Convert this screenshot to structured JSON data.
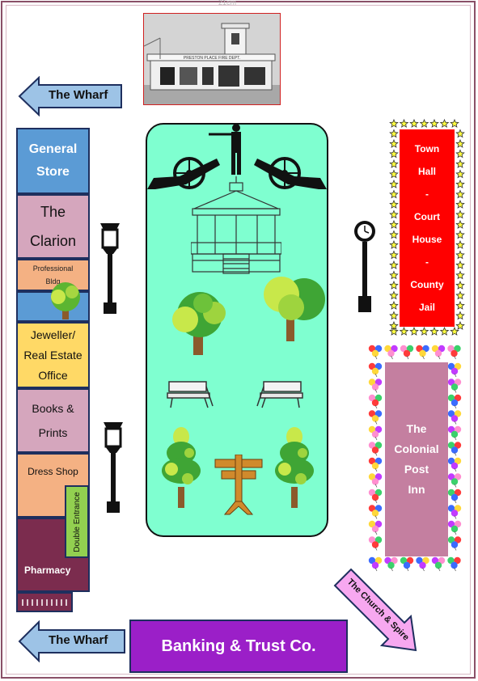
{
  "ruler": "21cm",
  "photo": {
    "sign": "PRESTON PLACE FIRE DEPT.",
    "colors": {
      "sky": "#d9d9d9",
      "building": "#efefef",
      "border": "#d02020"
    }
  },
  "arrows": {
    "wharf_top": "The Wharf",
    "wharf_bottom": "The Wharf",
    "church": "The Church & Spire"
  },
  "left_buildings": {
    "general_store": "General Store",
    "clarion": "The Clarion",
    "professional": "Professional Bldg",
    "jeweller_line1": "Jeweller/",
    "jeweller_line2": "Real Estate",
    "jeweller_line3": "Office",
    "books_line1": "Books &",
    "books_line2": "Prints",
    "dress": "Dress Shop",
    "double": "Double Entrance",
    "pharmacy": "Pharmacy"
  },
  "right_buildings": {
    "town_hall": [
      "Town",
      "Hall",
      "-",
      "Court",
      "House",
      "-",
      "County",
      "Jail"
    ],
    "inn": [
      "The",
      "Colonial",
      "Post",
      "Inn"
    ]
  },
  "bank": "Banking & Trust Co.",
  "colors": {
    "arrow_fill": "#9dc3e6",
    "general_store": "#5b9bd5",
    "clarion": "#d5a6bd",
    "professional": "#f4b183",
    "jeweller": "#ffd966",
    "books": "#d5a6bd",
    "dress": "#f4b183",
    "double": "#92d050",
    "pharmacy": "#7b2c4e",
    "town_hall": "#ff0000",
    "inn": "#c47fa0",
    "bank": "#9b1fc8",
    "church_arrow": "#f7a8f0",
    "park": "#7fffd0"
  }
}
